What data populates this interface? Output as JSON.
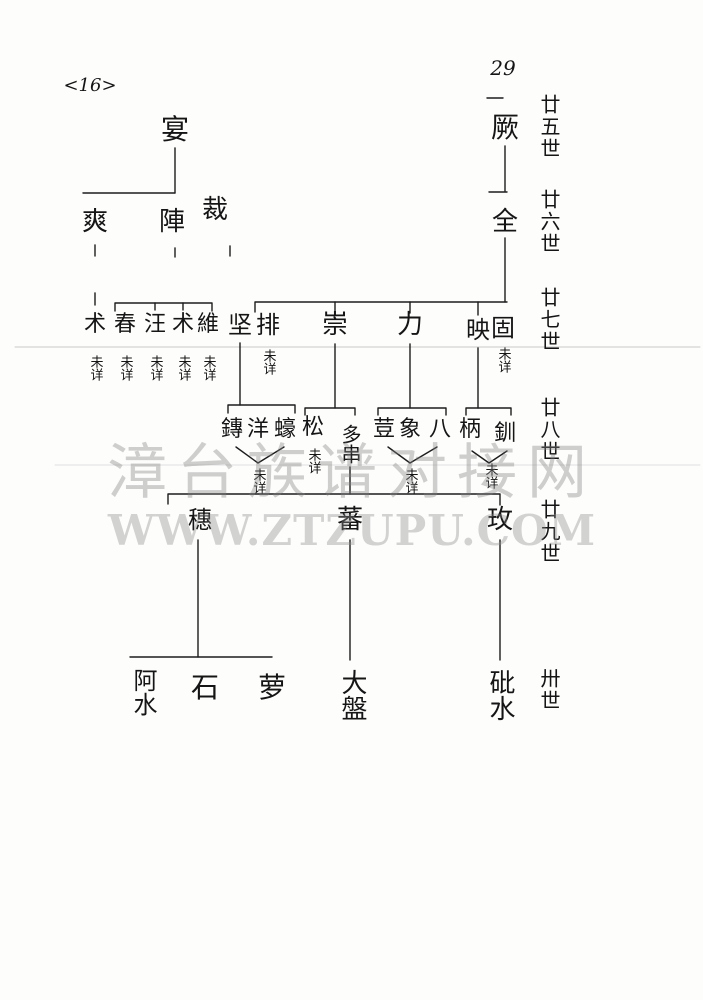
{
  "page": {
    "number": "<16>",
    "folio": "29"
  },
  "generation_labels": [
    "廿五世",
    "廿六世",
    "廿七世",
    "廿八世",
    "廿九世",
    "卅世"
  ],
  "left_branch": {
    "root": "宴",
    "sons": [
      "爽",
      "陣",
      "裁"
    ],
    "grandsons": [
      {
        "name": "术",
        "note": "未详"
      },
      {
        "name": "春",
        "note": "未详"
      },
      {
        "name": "汪",
        "note": "未详"
      },
      {
        "name": "术",
        "note": "未详"
      },
      {
        "name": "維",
        "note": "未详"
      }
    ]
  },
  "right_branch": {
    "gen25": "厥",
    "gen26": "全",
    "gen27": [
      {
        "name": "坚"
      },
      {
        "name": "排",
        "note": "未详"
      },
      {
        "name": "崇"
      },
      {
        "name": "力"
      },
      {
        "name": "映"
      },
      {
        "name": "固",
        "note": "未详"
      }
    ],
    "gen28": [
      {
        "names": [
          "鏄",
          "洋",
          "蠔"
        ],
        "note": "未详"
      },
      {
        "names": [
          "松",
          "多串"
        ],
        "note": "未详"
      },
      {
        "names": [
          "荳",
          "象",
          "八"
        ],
        "note": "未详"
      },
      {
        "names": [
          "柄",
          "釧"
        ],
        "note": "未详"
      }
    ],
    "gen29": [
      "穗",
      "蕃",
      "玫"
    ],
    "gen30": [
      {
        "names": [
          "阿水",
          "石",
          "萝"
        ]
      },
      {
        "names": [
          "大盤"
        ]
      },
      {
        "names": [
          "砒水"
        ]
      }
    ]
  },
  "watermark": {
    "site_name": "漳台族谱对接网",
    "url": "WWW.ZTZUPU.COM"
  }
}
